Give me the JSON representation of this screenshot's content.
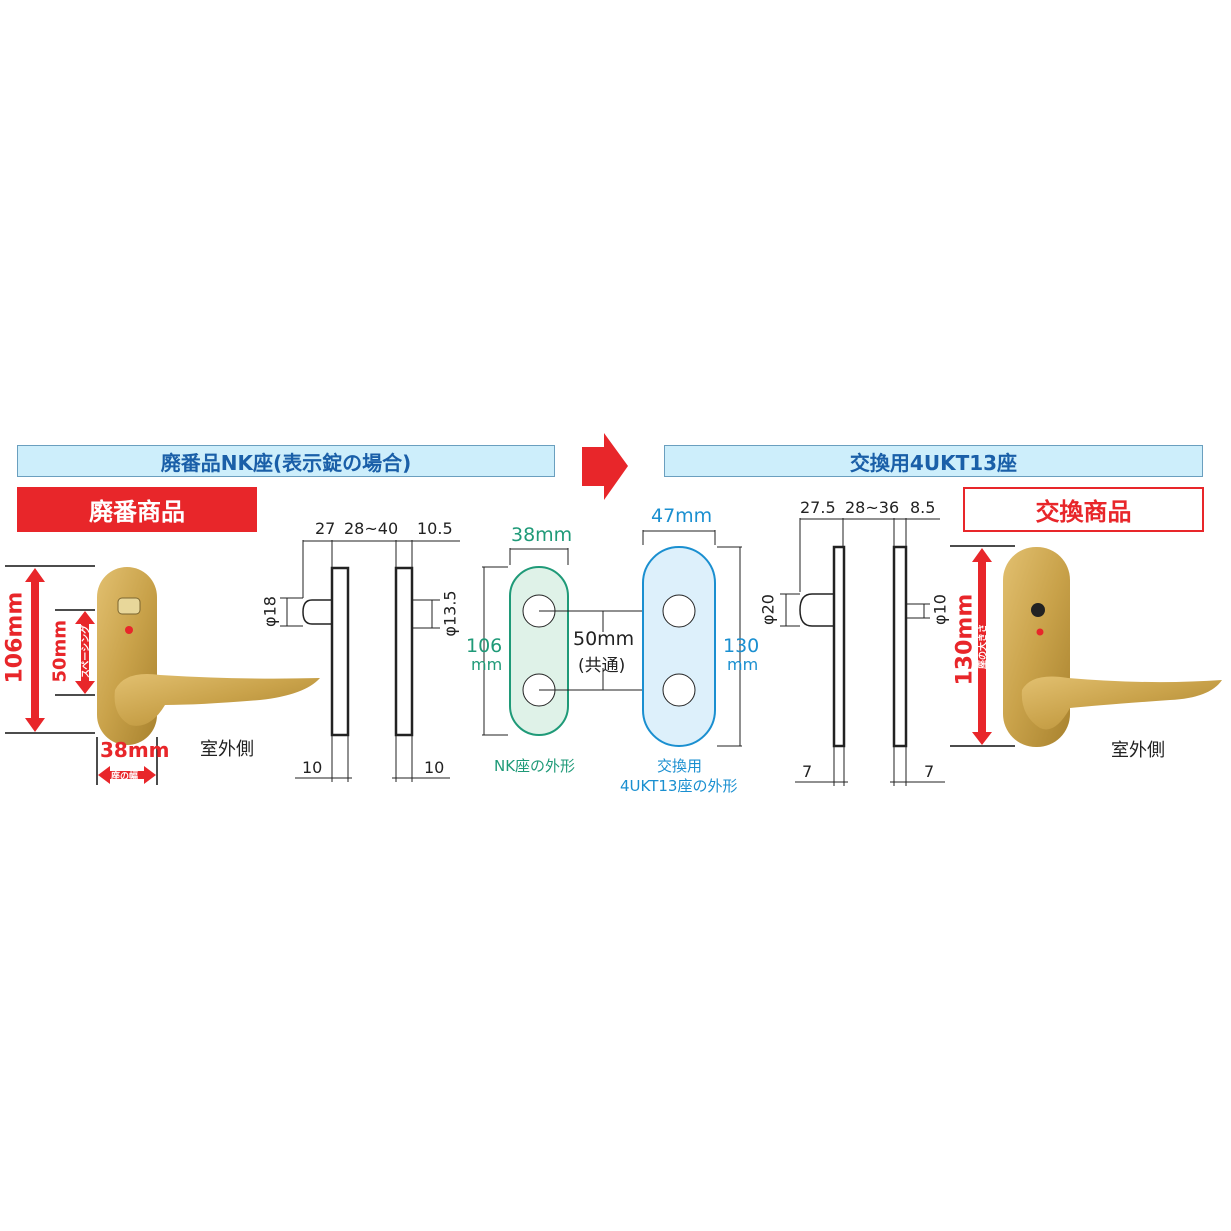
{
  "headers": {
    "left": "廃番品NK座(表示錠の場合)",
    "right": "交換用4UKT13座"
  },
  "labels": {
    "discontinued": "廃番商品",
    "replacement": "交換商品"
  },
  "left_product": {
    "height": "106mm",
    "spacing": "50mm",
    "spacing_caption": "スペーシング",
    "width": "38mm",
    "width_caption": "座の幅",
    "side": "室外側"
  },
  "left_profile": {
    "dims_top": [
      "27",
      "28~40",
      "10.5"
    ],
    "knob_dia": "φ18",
    "hole_dia": "φ13.5",
    "dims_bottom": [
      "10",
      "10"
    ]
  },
  "nk_plate": {
    "width": "38mm",
    "height_num": "106",
    "height_unit": "mm",
    "caption": "NK座の外形"
  },
  "common": {
    "spacing": "50mm",
    "note": "(共通)"
  },
  "ukt_plate": {
    "width": "47mm",
    "height_num": "130",
    "height_unit": "mm",
    "caption_line1": "交換用",
    "caption_line2": "4UKT13座の外形"
  },
  "right_profile": {
    "dims_top": [
      "27.5",
      "28~36",
      "8.5"
    ],
    "knob_dia": "φ20",
    "hole_dia": "φ10",
    "dims_bottom": [
      "7",
      "7"
    ]
  },
  "right_product": {
    "height": "130mm",
    "height_caption": "座の大きさ",
    "side": "室外側"
  },
  "colors": {
    "red": "#e8262a",
    "header_bg": "#cdeefb",
    "header_text": "#1a5fa8",
    "green": "#1f9a78",
    "blue": "#1a8fd0",
    "gold": "#c9a24a"
  }
}
